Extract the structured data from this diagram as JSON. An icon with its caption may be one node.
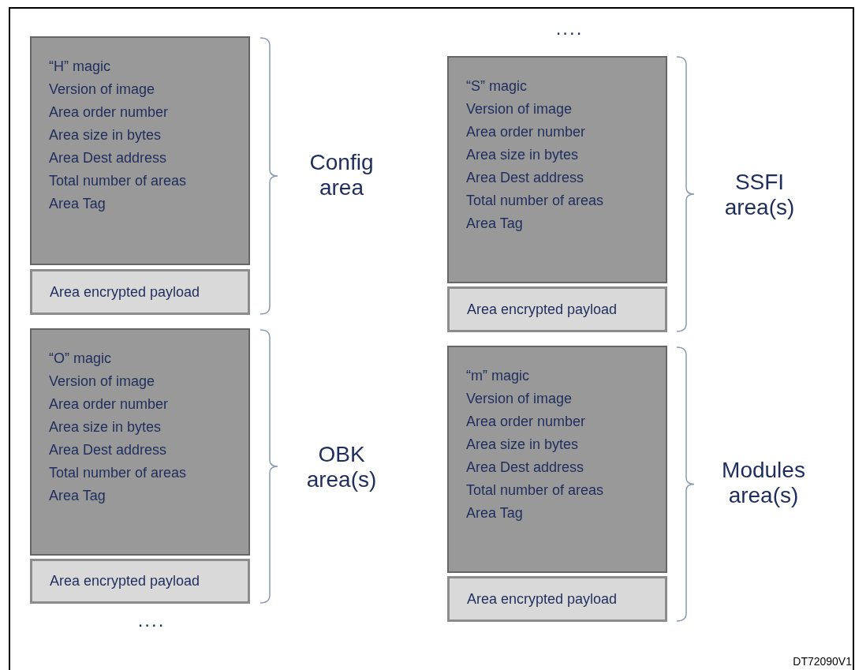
{
  "diagram": {
    "nodes": [
      {
        "text": [
          "“H” magic",
          "Version of image",
          "Area order number",
          "Area size in bytes",
          "Area Dest address",
          "Total number of areas",
          "Area Tag"
        ]
      },
      {
        "text": [
          "Area encrypted payload"
        ]
      },
      {
        "text": [
          "“O” magic",
          "Version of image",
          "Area order number",
          "Area size in bytes",
          "Area Dest address",
          "Total number of areas",
          "Area Tag"
        ]
      },
      {
        "text": [
          "Area encrypted payload"
        ]
      },
      {
        "text": [
          "“S” magic",
          "Version of image",
          "Area order number",
          "Area size in bytes",
          "Area Dest address",
          "Total number of areas",
          "Area Tag"
        ]
      },
      {
        "text": [
          "Area encrypted payload"
        ]
      },
      {
        "text": [
          "“m” magic",
          "Version of image",
          "Area order number",
          "Area size in bytes",
          "Area Dest address",
          "Total number of areas",
          "Area Tag"
        ]
      },
      {
        "text": [
          "Area encrypted payload"
        ]
      }
    ],
    "labels": [
      "....",
      "Config area",
      "SSFI area(s)",
      "OBK area(s)",
      "Modules area(s)",
      "....",
      "DT72090V1"
    ]
  }
}
